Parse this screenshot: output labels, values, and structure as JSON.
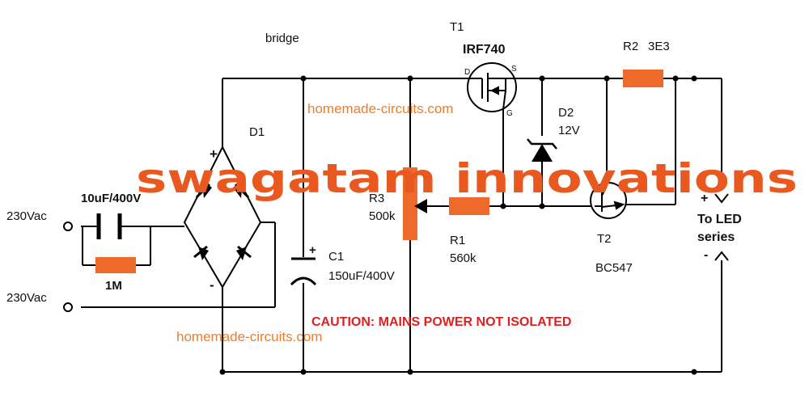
{
  "labels": {
    "bridge": "bridge",
    "t1": "T1",
    "irf740": "IRF740",
    "d_pin": "D",
    "s_pin": "S",
    "g_pin": "G",
    "r2": "R2",
    "r2_val": "3E3",
    "d1": "D1",
    "d2": "D2",
    "d2_val": "12V",
    "plus_bridge": "+",
    "minus_bridge": "-",
    "cap_series": "10uF/400V",
    "ac_top": "230Vac",
    "ac_bottom": "230Vac",
    "r_1m": "1M",
    "r3": "R3",
    "r3_val": "500k",
    "r1": "R1",
    "r1_val": "560k",
    "c1": "C1",
    "c1_val": "150uF/400V",
    "c1_plus": "+",
    "t2": "T2",
    "bc547": "BC547",
    "out_plus": "+",
    "to_led_1": "To LED",
    "to_led_2": "series",
    "out_minus": "-"
  },
  "watermarks": {
    "site_top": "homemade-circuits.com",
    "site_bottom": "homemade-circuits.com",
    "brand": "swagatam innovations"
  },
  "caution": "CAUTION: MAINS POWER NOT ISOLATED",
  "colors": {
    "wire": "#000000",
    "resistor": "#ee6a2a",
    "watermark": "#ef7d2a",
    "brand": "#e8581f",
    "caution": "#e02020"
  }
}
